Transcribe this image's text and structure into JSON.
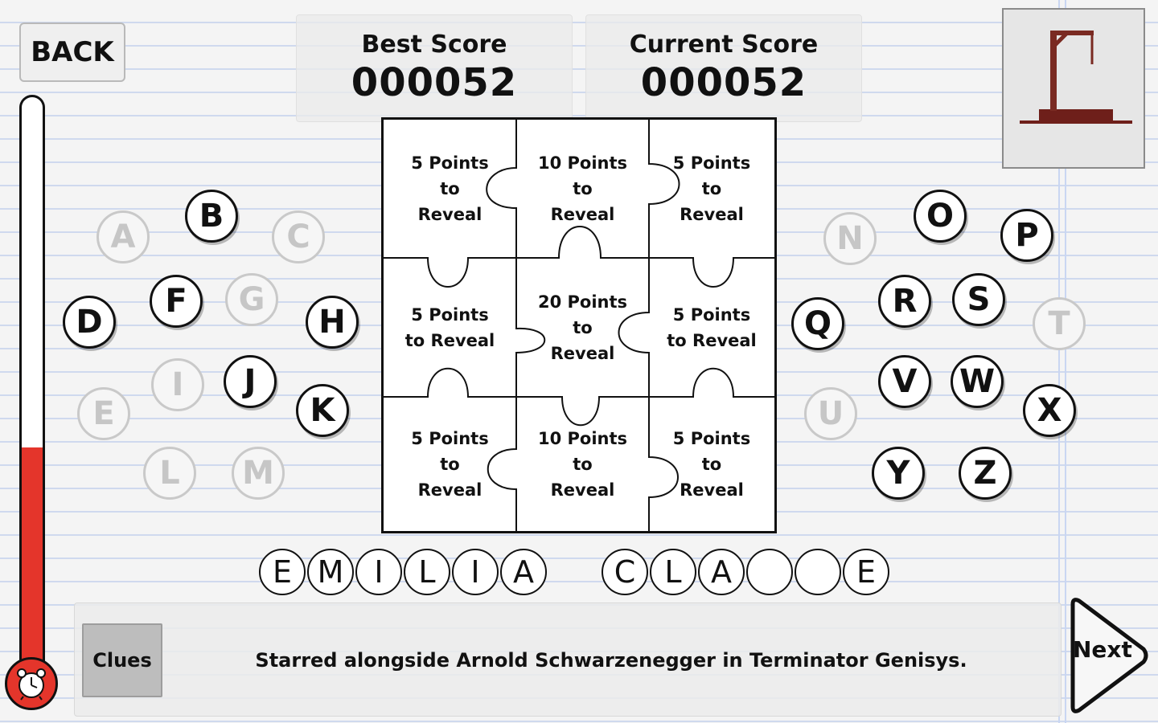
{
  "header": {
    "back_label": "BACK",
    "best_score_label": "Best Score",
    "best_score_value": "000052",
    "current_score_label": "Current Score",
    "current_score_value": "000052"
  },
  "timer": {
    "remaining_fraction": 0.39
  },
  "letters_left": [
    {
      "char": "A",
      "used": true
    },
    {
      "char": "B",
      "used": false
    },
    {
      "char": "C",
      "used": true
    },
    {
      "char": "D",
      "used": false
    },
    {
      "char": "F",
      "used": false
    },
    {
      "char": "G",
      "used": true
    },
    {
      "char": "H",
      "used": false
    },
    {
      "char": "E",
      "used": true
    },
    {
      "char": "I",
      "used": true
    },
    {
      "char": "J",
      "used": false
    },
    {
      "char": "K",
      "used": false
    },
    {
      "char": "L",
      "used": true
    },
    {
      "char": "M",
      "used": true
    }
  ],
  "letters_right": [
    {
      "char": "N",
      "used": true
    },
    {
      "char": "O",
      "used": false
    },
    {
      "char": "P",
      "used": false
    },
    {
      "char": "Q",
      "used": false
    },
    {
      "char": "R",
      "used": false
    },
    {
      "char": "S",
      "used": false
    },
    {
      "char": "T",
      "used": true
    },
    {
      "char": "U",
      "used": true
    },
    {
      "char": "V",
      "used": false
    },
    {
      "char": "W",
      "used": false
    },
    {
      "char": "X",
      "used": false
    },
    {
      "char": "Y",
      "used": false
    },
    {
      "char": "Z",
      "used": false
    }
  ],
  "puzzle": {
    "pieces": [
      {
        "lines": [
          "5 Points",
          "to",
          "Reveal"
        ]
      },
      {
        "lines": [
          "10 Points",
          "to",
          "Reveal"
        ]
      },
      {
        "lines": [
          "5 Points",
          "to",
          "Reveal"
        ]
      },
      {
        "lines": [
          "5 Points",
          "to Reveal"
        ]
      },
      {
        "lines": [
          "20 Points",
          "to",
          "Reveal"
        ]
      },
      {
        "lines": [
          "5 Points",
          "to Reveal"
        ]
      },
      {
        "lines": [
          "5 Points",
          "to",
          "Reveal"
        ]
      },
      {
        "lines": [
          "10 Points",
          "to",
          "Reveal"
        ]
      },
      {
        "lines": [
          "5 Points",
          "to",
          "Reveal"
        ]
      }
    ]
  },
  "answer": {
    "word1": [
      "E",
      "M",
      "I",
      "L",
      "I",
      "A"
    ],
    "word2": [
      "C",
      "L",
      "A",
      "",
      "",
      "E"
    ]
  },
  "clue": {
    "button_label": "Clues",
    "text": "Starred alongside Arnold Schwarzenegger in Terminator Genisys."
  },
  "next_label": "Next"
}
